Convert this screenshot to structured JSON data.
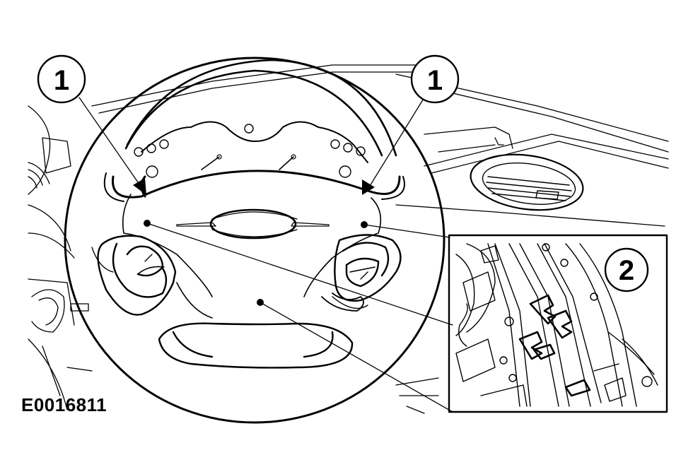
{
  "callouts": [
    {
      "label": "1"
    },
    {
      "label": "1"
    },
    {
      "label": "2"
    }
  ],
  "figure_id": "E0016811",
  "colors": {
    "ink": "#000000",
    "paper": "#ffffff"
  }
}
